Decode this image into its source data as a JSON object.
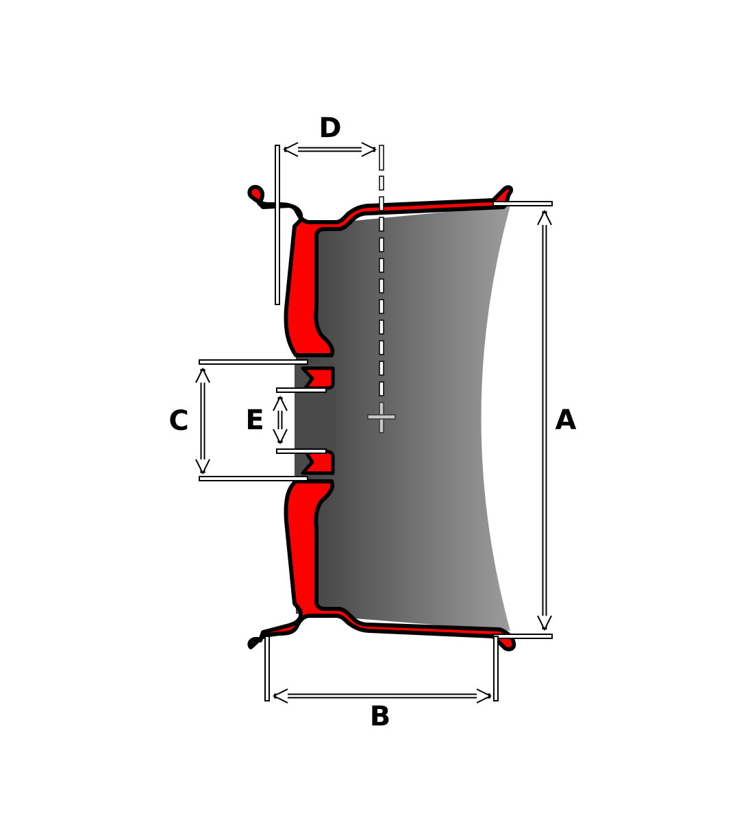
{
  "labels": {
    "a": "A",
    "b": "B",
    "c": "C",
    "d": "D",
    "e": "E"
  },
  "colors": {
    "rim": "#ff0000",
    "outline": "#000000",
    "guide": "#ffffff",
    "shade_dark": "#3a3a3a",
    "shade_light": "#9a9a9a",
    "background": "#ffffff"
  }
}
